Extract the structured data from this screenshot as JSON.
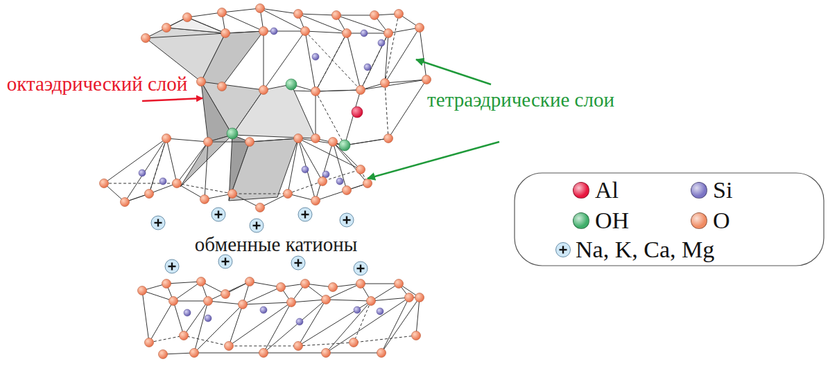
{
  "diagram": {
    "labels": [
      "октаэдрический слой",
      "тетраэдрические слои",
      "обменные катионы"
    ],
    "legend": [
      {
        "text": "Al",
        "color": "#e8173f"
      },
      {
        "text": "Si",
        "color": "#7b74c4"
      },
      {
        "text": "OH",
        "color": "#3fae6a"
      },
      {
        "text": "O",
        "color": "#f08b62"
      },
      {
        "text": "Na, K, Ca, Mg"
      }
    ]
  }
}
